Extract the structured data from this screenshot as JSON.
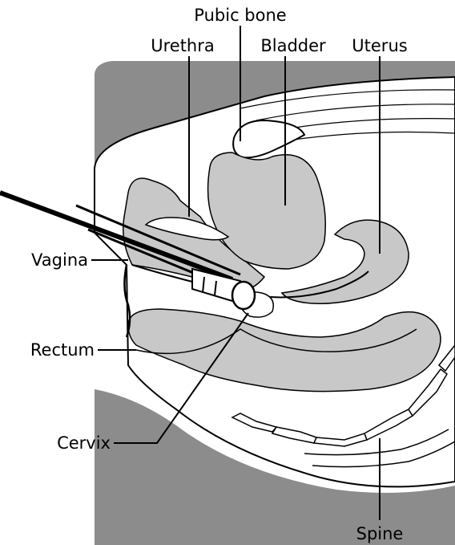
{
  "labels": {
    "pubic_bone": "Pubic bone",
    "urethra": "Urethra",
    "bladder": "Bladder",
    "uterus": "Uterus",
    "vagina": "Vagina",
    "rectum": "Rectum",
    "cervix": "Cervix",
    "spine": "Spine"
  },
  "colors": {
    "tissue_dark": "#8c8c8c",
    "tissue_light": "#c8c8c8",
    "background": "#ffffff",
    "outline": "#000000"
  }
}
